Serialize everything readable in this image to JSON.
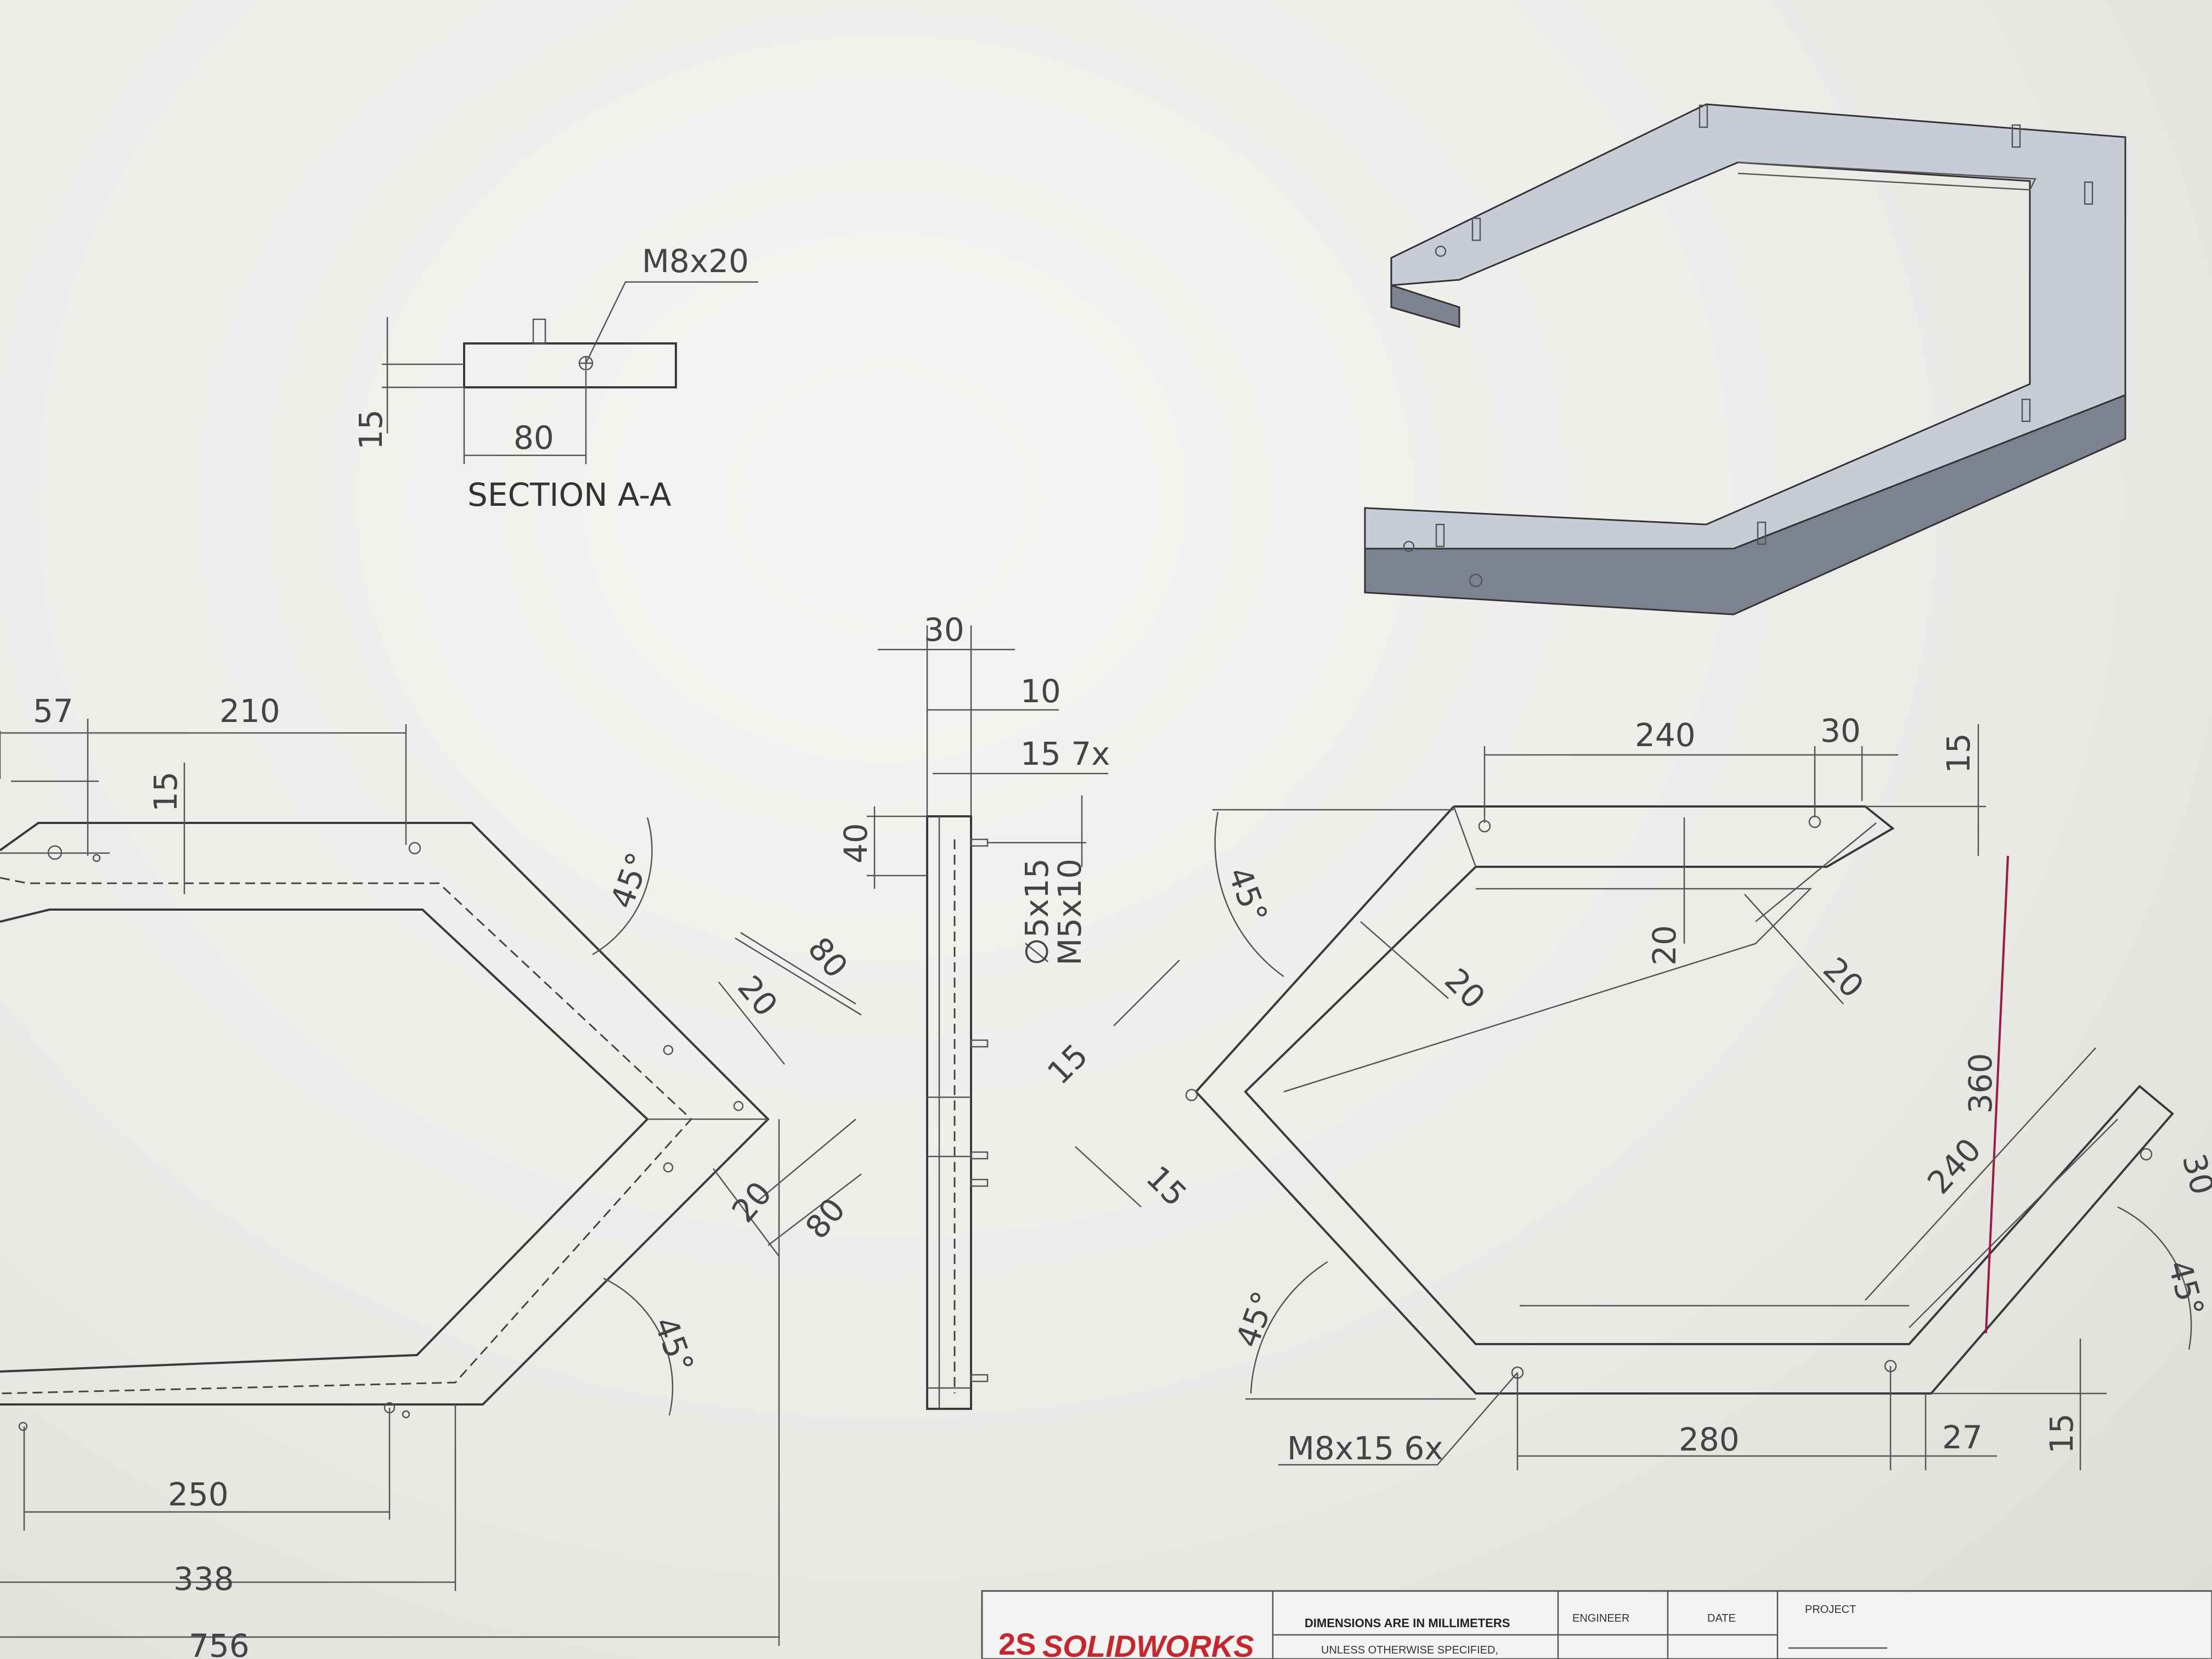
{
  "section_view": {
    "callout": "M8x20",
    "height_dim": "15",
    "width_dim": "80",
    "title": "SECTION A-A"
  },
  "left_view": {
    "dims": {
      "d57": "57",
      "d210": "210",
      "d15": "15",
      "angle_top": "45°",
      "d80_top": "80",
      "d20_top": "20",
      "d20_bottom": "20",
      "d80_bottom": "80",
      "angle_bottom": "45°",
      "d250": "250",
      "d338": "338",
      "d756": "756"
    }
  },
  "side_view": {
    "dims": {
      "d30": "30",
      "d10": "10",
      "d15_7x": "15 7x",
      "d40": "40",
      "hole1": "∅5x15",
      "hole2": "M5x10"
    }
  },
  "right_view": {
    "dims": {
      "d240_top": "240",
      "d30": "30",
      "d15_top": "15",
      "angle_left_top": "45°",
      "d20_a": "20",
      "d20_b": "20",
      "d20_c": "20",
      "d15_a": "15",
      "d15_b": "15",
      "d360": "360",
      "d240_diag": "240",
      "angle_right": "45°",
      "d30_right": "30",
      "angle_left_bottom": "45°",
      "callout": "M8x15 6x",
      "d280": "280",
      "d27": "27",
      "d15_bottom": "15"
    }
  },
  "title_block": {
    "dimensions_note": "DIMENSIONS ARE IN MILLIMETERS",
    "unless_note": "UNLESS OTHERWISE SPECIFIED,",
    "engineer": "ENGINEER",
    "date": "DATE",
    "project": "PROJECT",
    "logo_text": "SOLIDWORKS"
  }
}
